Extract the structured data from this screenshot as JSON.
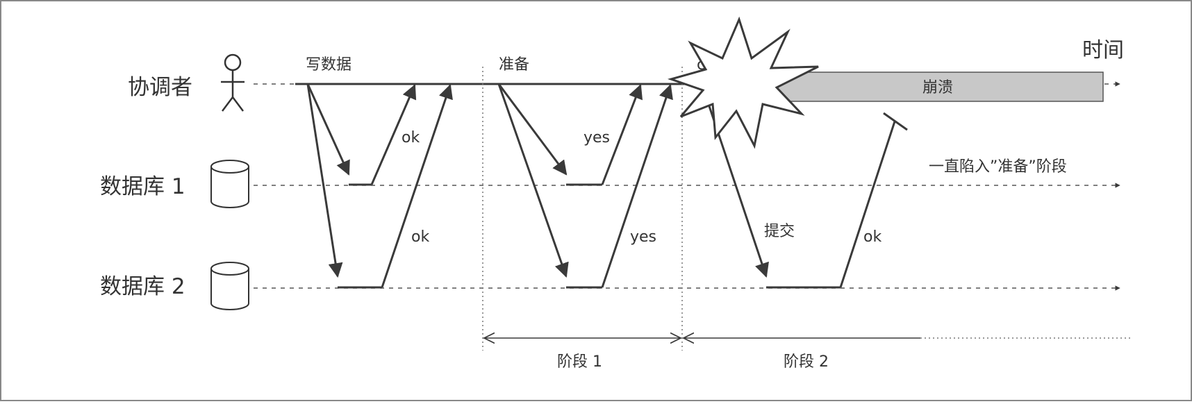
{
  "axis": {
    "time_label": "时间"
  },
  "participants": {
    "coordinator": "协调者",
    "db1": "数据库 1",
    "db2": "数据库 2"
  },
  "phases": {
    "write": "写数据",
    "prepare": "准备",
    "commit_fragment": "co",
    "phase1": "阶段 1",
    "phase2": "阶段 2"
  },
  "messages": {
    "write_ok_db1": "ok",
    "write_ok_db2": "ok",
    "prepare_yes_db1": "yes",
    "prepare_yes_db2": "yes",
    "commit_db2": "提交",
    "commit_ok_db2": "ok"
  },
  "annotations": {
    "crash": "崩溃",
    "stuck_note": "一直陷入”准备”阶段"
  },
  "colors": {
    "line": "#3a3a3a",
    "crash_bar": "#c8c8c8",
    "text": "#333333"
  }
}
